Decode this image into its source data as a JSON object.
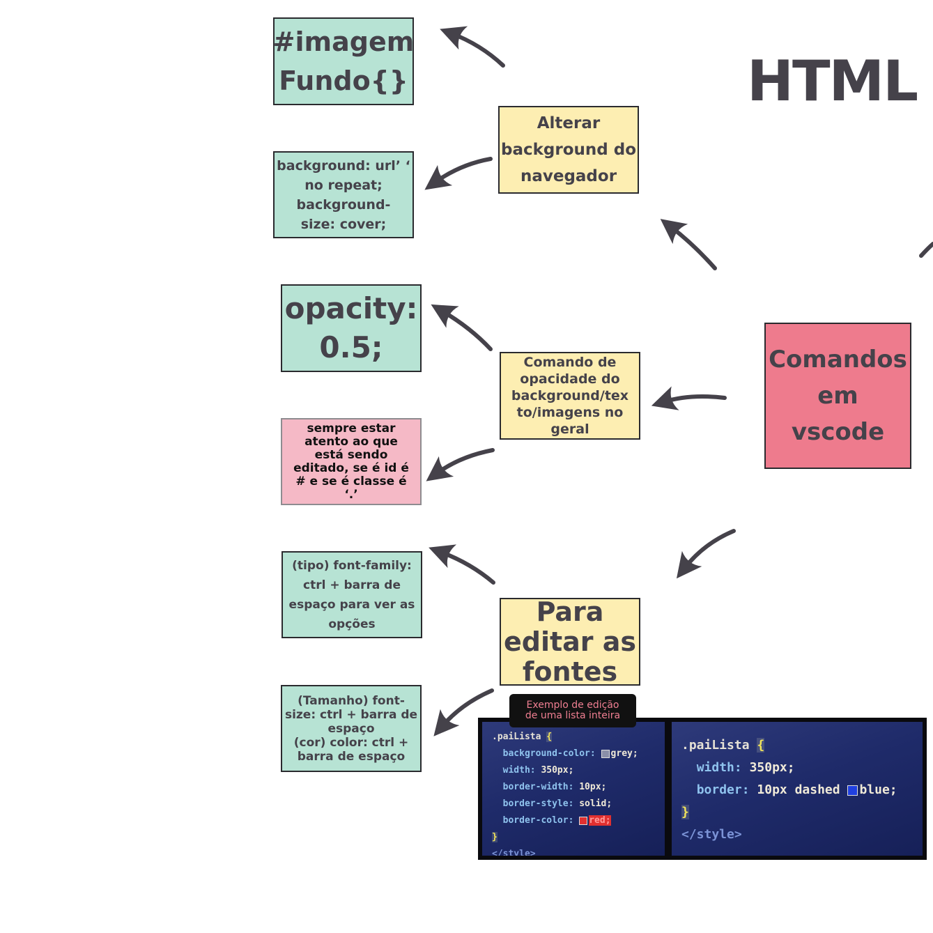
{
  "title": "HTML",
  "center": {
    "label_line1": "Comandos",
    "label_line2": "em vscode"
  },
  "notes": {
    "imagem_fundo": {
      "line1": "#imagem",
      "line2": "Fundo{}"
    },
    "background_url": {
      "line1": "background: url’ ‘",
      "line2": "no repeat;",
      "line3": "background-",
      "line4": "size: cover;"
    },
    "alterar_bg": {
      "line1": "Alterar",
      "line2": "background do",
      "line3": "navegador"
    },
    "opacity": {
      "line1": "opacity:",
      "line2": "0.5;"
    },
    "comando_opacidade": {
      "line1": "Comando de",
      "line2": "opacidade do",
      "line3": "background/tex",
      "line4": "to/imagens no",
      "line5": "geral"
    },
    "sempre_atento": {
      "line1": "sempre estar",
      "line2": "atento ao que",
      "line3": "está sendo",
      "line4": "editado, se é id é",
      "line5": "# e se é classe é",
      "line6": "‘.’"
    },
    "font_family": {
      "line1": "(tipo) font-family:",
      "line2": "ctrl + barra de",
      "line3": "espaço para ver as",
      "line4": "opções"
    },
    "para_editar": {
      "line1": "Para",
      "line2": "editar as",
      "line3": "fontes"
    },
    "tamanho": {
      "line1": "(Tamanho) font-",
      "line2": "size: ctrl + barra de",
      "line3": "espaço",
      "line4": "(cor) color: ctrl +",
      "line5": "barra de espaço"
    }
  },
  "caption": {
    "line1": "Exemplo de edição",
    "line2": "de uma lista inteira"
  },
  "screenshot_left": {
    "selector": ".paiLista",
    "brace_open": "{",
    "lines": [
      {
        "prop": "background-color:",
        "value": "grey;",
        "swatch": "#8a8fa8"
      },
      {
        "prop": "width:",
        "value": "350px;"
      },
      {
        "prop": "border-width:",
        "value": "10px;"
      },
      {
        "prop": "border-style:",
        "value": "solid;"
      },
      {
        "prop": "border-color:",
        "value": "red;",
        "swatch": "#e03030"
      }
    ],
    "brace_close": "}",
    "end_tag": "</style>"
  },
  "screenshot_right": {
    "selector": ".paiLista",
    "brace_open": "{",
    "lines": [
      {
        "prop": "width:",
        "value": "350px;"
      },
      {
        "prop": "border:",
        "value": "10px dashed",
        "value2": "blue;",
        "swatch": "#2040e0"
      }
    ],
    "brace_close": "}",
    "end_tag": "</style>"
  },
  "colors": {
    "green_note": "#b7e3d4",
    "yellow_note": "#fdeeb2",
    "pink_note": "#f5b9c6",
    "red_note": "#ee7b8d",
    "arrow": "#45424a",
    "text": "#45424a"
  }
}
